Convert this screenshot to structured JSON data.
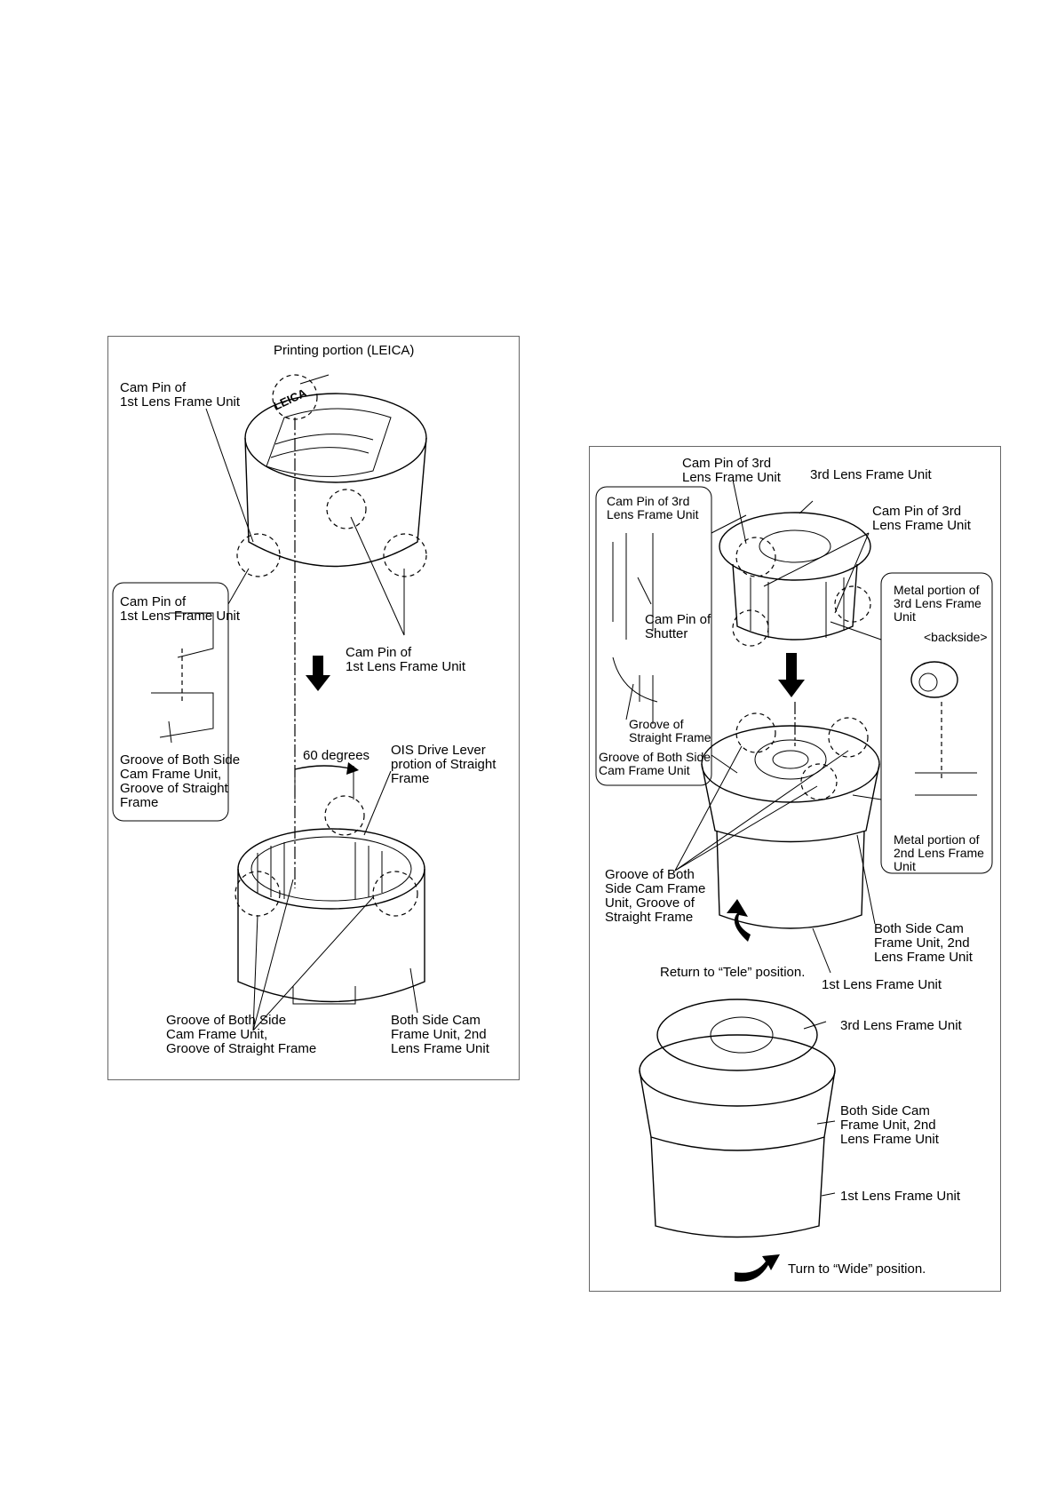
{
  "left_panel": {
    "labels": {
      "printing_portion": "Printing portion (LEICA)",
      "cam_pin_1st_top": "Cam Pin of\n1st Lens Frame Unit",
      "cam_pin_1st_inset": "Cam Pin of\n1st Lens Frame Unit",
      "cam_pin_1st_right": "Cam Pin of\n1st Lens Frame Unit",
      "groove_inset": "Groove of Both Side\nCam Frame Unit,\nGroove of Straight\nFrame",
      "sixty_degrees": "60 degrees",
      "ois_drive_lever": "OIS Drive Lever\nprotion of Straight\nFrame",
      "groove_bottom": "Groove of Both Side\nCam Frame Unit,\nGroove of Straight Frame",
      "both_side_cam_bottom": "Both Side Cam\nFrame Unit, 2nd\nLens Frame Unit"
    },
    "logo_text": "LEICA"
  },
  "right_panel": {
    "labels": {
      "cam_pin_3rd_top": "Cam Pin of 3rd\nLens Frame Unit",
      "third_lens_frame_top": "3rd Lens Frame Unit",
      "cam_pin_3rd_right": "Cam Pin of 3rd\nLens Frame Unit",
      "cam_pin_3rd_inset": "Cam Pin of 3rd\nLens Frame Unit",
      "cam_pin_shutter": "Cam Pin of\nShutter",
      "groove_straight": "Groove of\nStraight Frame",
      "groove_both_inset": "Groove of Both Side\nCam Frame Unit",
      "metal_3rd": "Metal portion of\n3rd Lens Frame\nUnit",
      "backside": "<backside>",
      "metal_2nd": "Metal portion of\n2nd Lens Frame\nUnit",
      "groove_both_main": "Groove of Both\nSide Cam Frame\nUnit, Groove of\nStraight Frame",
      "both_side_cam_mid": "Both Side Cam\nFrame Unit, 2nd\nLens Frame Unit",
      "return_tele": "Return to “Tele” position.",
      "first_lens_frame_mid": "1st Lens Frame Unit",
      "third_lens_frame_bottom": "3rd Lens Frame Unit",
      "both_side_cam_bottom": "Both Side Cam\nFrame Unit, 2nd\nLens Frame Unit",
      "first_lens_frame_bottom": "1st Lens Frame Unit",
      "turn_wide": "Turn to “Wide” position."
    }
  }
}
